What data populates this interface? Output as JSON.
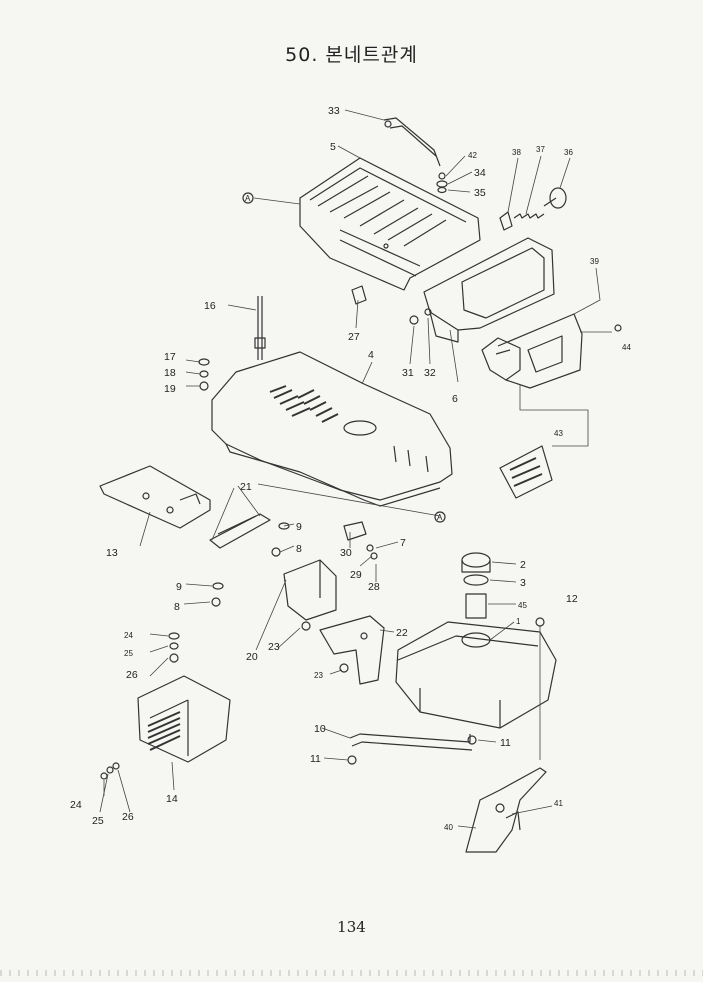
{
  "title": "50. 본네트관계",
  "page_number": "134",
  "callouts": [
    "33",
    "5",
    "42",
    "34",
    "35",
    "38",
    "37",
    "36",
    "A",
    "39",
    "16",
    "27",
    "4",
    "17",
    "18",
    "19",
    "31",
    "32",
    "6",
    "44",
    "43",
    "21",
    "13",
    "9",
    "8",
    "30",
    "7",
    "29",
    "28",
    "2",
    "3",
    "45",
    "12",
    "1",
    "22",
    "20",
    "23",
    "24",
    "25",
    "26",
    "10",
    "11",
    "14",
    "41",
    "40"
  ],
  "reference_marker": "A"
}
